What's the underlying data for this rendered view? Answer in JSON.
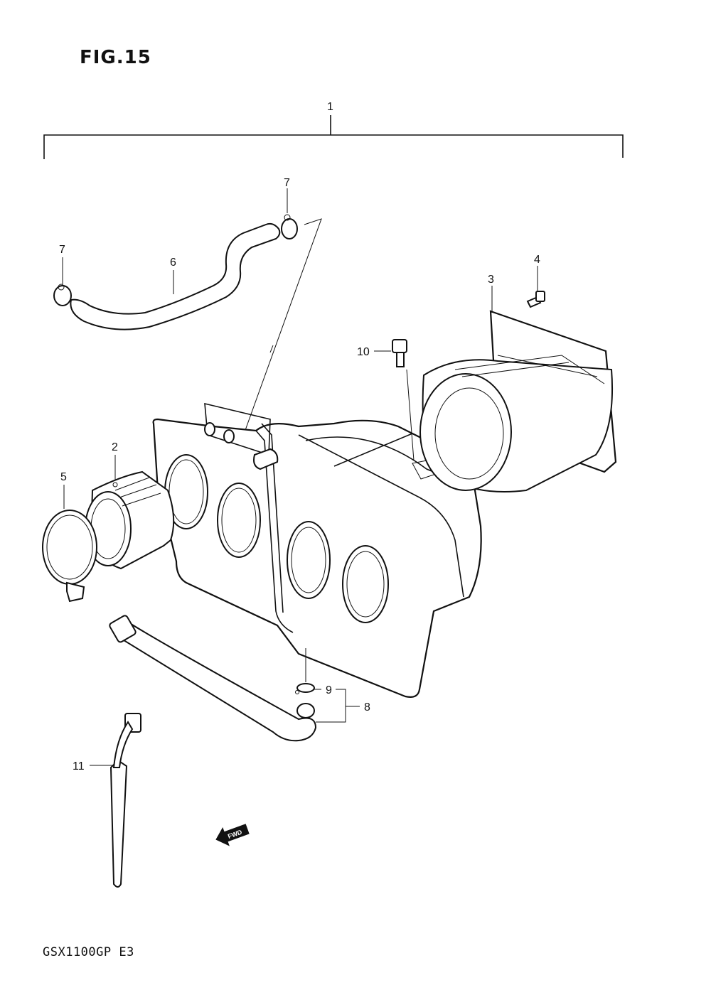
{
  "figure": {
    "title": "FIG.15",
    "model_code": "GSX1100GP  E3"
  },
  "callouts": [
    {
      "id": "1",
      "text": "1"
    },
    {
      "id": "2",
      "text": "2"
    },
    {
      "id": "3",
      "text": "3"
    },
    {
      "id": "4",
      "text": "4"
    },
    {
      "id": "5",
      "text": "5"
    },
    {
      "id": "6",
      "text": "6"
    },
    {
      "id": "7a",
      "text": "7"
    },
    {
      "id": "7b",
      "text": "7"
    },
    {
      "id": "8",
      "text": "8"
    },
    {
      "id": "9",
      "text": "9"
    },
    {
      "id": "10",
      "text": "10"
    },
    {
      "id": "11",
      "text": "11"
    }
  ],
  "direction_badge": {
    "text": "FWD",
    "icon": "forward-arrow-icon"
  }
}
